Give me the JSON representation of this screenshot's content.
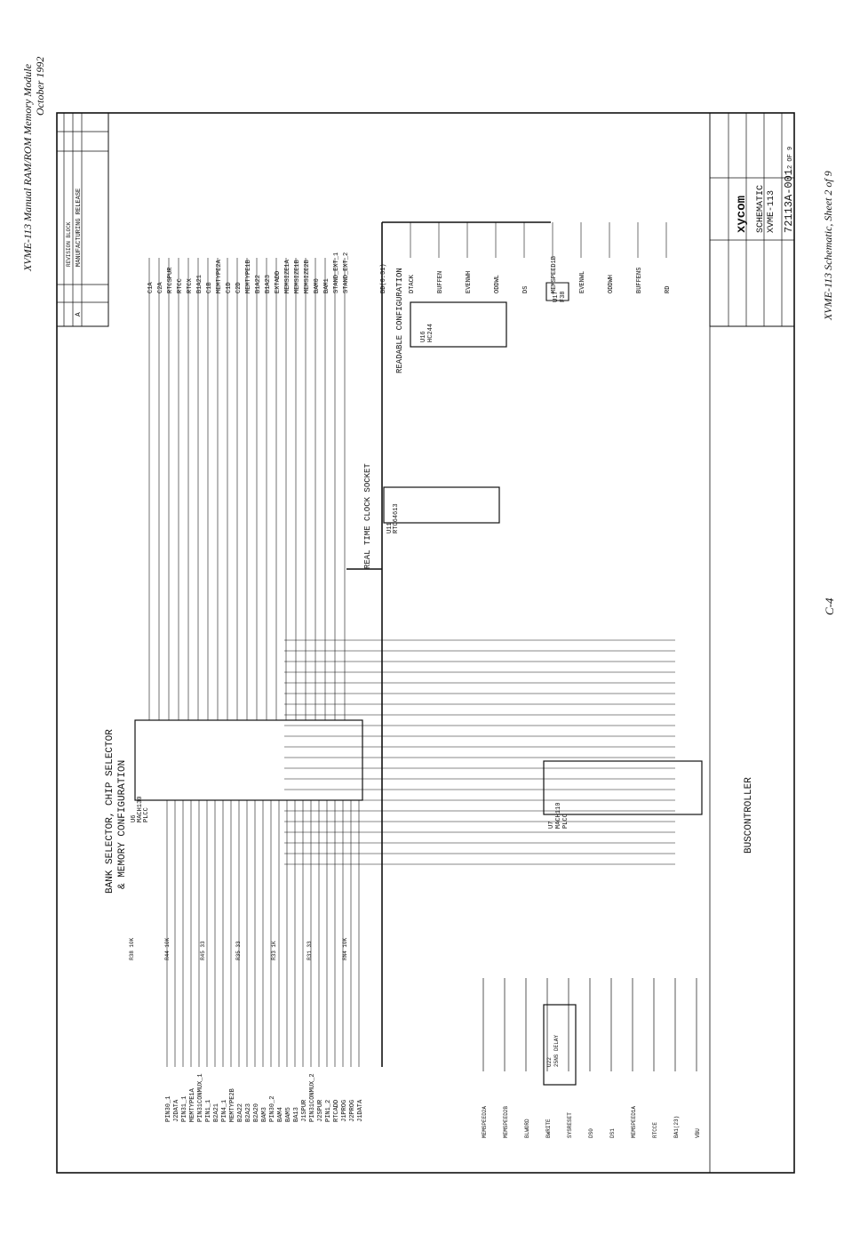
{
  "header": {
    "manual_title": "XVME-113 Manual RAM/ROM Memory Module",
    "date": "October 1992",
    "sheet_caption": "XVME-113 Schematic, Sheet 2 of 9",
    "page_number": "C-4"
  },
  "revision_block": {
    "title": "REVISION BLOCK",
    "rev": "A",
    "description": "MANUFACTURING RELEASE"
  },
  "sections": {
    "bank_selector": "BANK SELECTOR, CHIP SELECTOR",
    "memory_config": "& MEMORY CONFIGURATION",
    "rtc": "REAL TIME CLOCK SOCKET",
    "readable_config": "READABLE CONFIGURATION",
    "buscontroller": "BUSCONTROLLER"
  },
  "parts": {
    "u6": "U6",
    "u6_part": "MACH130",
    "u6_pkg": "PLCC",
    "u7": "U7",
    "u7_part": "MACH110",
    "u7_pkg": "PLCC",
    "u11": "U11",
    "u11_part": "RTC64613",
    "u16": "U16",
    "u16_part": "HC244",
    "u17": "U17",
    "u17_part": "F38",
    "u22": "U22",
    "u22_part": "25NS DELAY"
  },
  "resistors": [
    "R38 10K",
    "R44 10K",
    "R45 33",
    "R35 33",
    "R33 1K",
    "R31 33",
    "RN4 10K"
  ],
  "left_nets": [
    "PIN30_1",
    "J2DATA",
    "PIN31_1",
    "MEMTYPE1A",
    "PIN31CONMUX_1",
    "PIN1_1",
    "B2A21",
    "PIN4_1",
    "MEMTYPE2B",
    "B2A22",
    "B2A23",
    "B2A20",
    "BAM3",
    "PIN30_2",
    "BAM4",
    "BAM5",
    "BA13",
    "J1SPUR",
    "PIN31CONMUX_2",
    "J2SPUR",
    "PIN1_2",
    "RTCADD",
    "J1PROG",
    "J2PROG",
    "J1DATA"
  ],
  "right_nets": [
    "C1A",
    "C2A",
    "RTCSPUR",
    "RTCC",
    "RTCX",
    "B1A21",
    "C1B",
    "MEMTYPE2A",
    "C1D",
    "C2D",
    "MEMTYPE1B",
    "B1A22",
    "B1A23",
    "EXTADD",
    "MEMSIZE1A",
    "MEMSIZE1B",
    "MEMSIZE2B",
    "BAM0",
    "BAM1",
    "STAND_EXT_1",
    "STAND_EXT_2",
    "BD(0:31)",
    "DTACK",
    "BUFFEN",
    "EVENWH",
    "ODDWL",
    "DS",
    "MEMSPEED1B",
    "EVENWL",
    "ODDWH",
    "BUFFENS",
    "RD"
  ],
  "bus_nets": [
    "MEMSPEED2A",
    "MEMSPEED2B",
    "BLWORD",
    "BWRITE",
    "SYSRESET",
    "DS0",
    "DS1",
    "MEMSPEED1A",
    "RTCCE",
    "BA1(23)",
    "VBU"
  ],
  "title_block": {
    "company": "xycom",
    "doc_title": "SCHEMATIC",
    "doc_model": "XVME-113",
    "doc_number": "72113A-001",
    "sheet": "2 OF 9"
  }
}
